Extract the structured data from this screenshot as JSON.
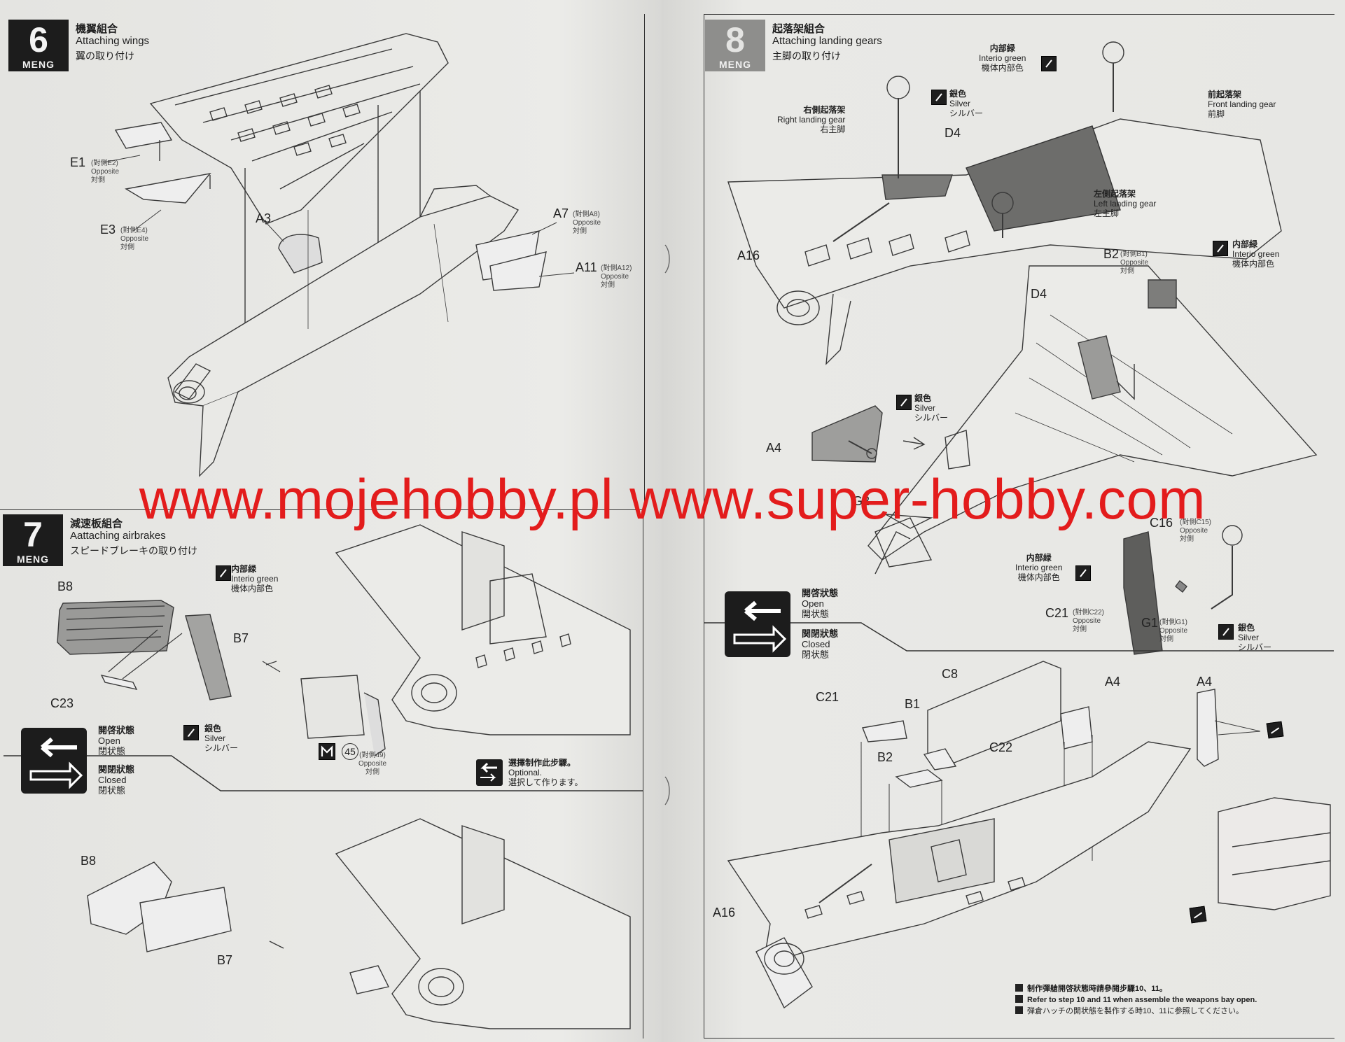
{
  "step6": {
    "number": "6",
    "brand": "MENG",
    "title_cn": "機翼組合",
    "title_en": "Attaching wings",
    "title_jp": "翼の取り付け",
    "parts": {
      "e1": "E1",
      "e1_opp": "(對側E2)",
      "e1_opp_en": "Opposite",
      "e1_opp_jp": "対側",
      "e3": "E3",
      "e3_opp": "(對側E4)",
      "e3_opp_en": "Opposite",
      "e3_opp_jp": "対側",
      "a3": "A3",
      "a7": "A7",
      "a7_opp": "(對側A8)",
      "a7_opp_en": "Opposite",
      "a7_opp_jp": "対側",
      "a11": "A11",
      "a11_opp": "(對側A12)",
      "a11_opp_en": "Opposite",
      "a11_opp_jp": "対側"
    }
  },
  "step7": {
    "number": "7",
    "brand": "MENG",
    "title_cn": "減速板組合",
    "title_en": "Aattaching airbrakes",
    "title_jp": "スピードブレーキの取り付け",
    "parts": {
      "b8": "B8",
      "b7": "B7",
      "c23": "C23",
      "b8_2": "B8",
      "b7_2": "B7"
    },
    "paint_interior": {
      "cn": "内部緑",
      "en": "Interio green",
      "jp": "機体内部色"
    },
    "paint_silver": {
      "cn": "銀色",
      "en": "Silver",
      "jp": "シルバー"
    },
    "state_open": {
      "cn": "開啓狀態",
      "en": "Open",
      "jp": "閉状態"
    },
    "state_closed": {
      "cn": "関閉狀態",
      "en": "Closed",
      "jp": "閉状態"
    },
    "decal": {
      "num": "45",
      "opp": "(對側49)",
      "opp_en": "Opposite",
      "opp_jp": "対側"
    },
    "optional": {
      "cn": "選擇制作此步驟。",
      "en": "Optional.",
      "jp": "選択して作ります。"
    }
  },
  "step8": {
    "number": "8",
    "brand": "MENG",
    "title_cn": "起落架組合",
    "title_en": "Attaching landing gears",
    "title_jp": "主脚の取り付け",
    "callouts": {
      "right_gear": {
        "cn": "右側起落架",
        "en": "Right landing gear",
        "jp": "右主脚"
      },
      "left_gear": {
        "cn": "左側起落架",
        "en": "Left landing gear",
        "jp": "左主脚"
      },
      "front_gear": {
        "cn": "前起落架",
        "en": "Front landing gear",
        "jp": "前脚"
      }
    },
    "paint_interior": {
      "cn": "内部緑",
      "en": "Interio green",
      "jp": "機体内部色"
    },
    "paint_silver": {
      "cn": "銀色",
      "en": "Silver",
      "jp": "シルバー"
    },
    "parts": {
      "d4": "D4",
      "d4_2": "D4",
      "a16": "A16",
      "b2": "B2",
      "b2_opp": "(對側B1)",
      "b2_opp_en": "Opposite",
      "b2_opp_jp": "対側",
      "a4": "A4",
      "g2": "G2",
      "c16": "C16",
      "c16_opp": "(對側C15)",
      "c16_opp_en": "Opposite",
      "c16_opp_jp": "対側",
      "c21": "C21",
      "c21_opp": "(對側C22)",
      "c21_opp_en": "Opposite",
      "c21_opp_jp": "対側",
      "g1": "G1",
      "g1_opp": "(對側G1)",
      "g1_opp_en": "Opposite",
      "g1_opp_jp": "対側"
    },
    "state_open": {
      "cn": "開啓狀態",
      "en": "Open",
      "jp": "開状態"
    },
    "state_closed": {
      "cn": "関閉狀態",
      "en": "Closed",
      "jp": "閉状態"
    },
    "lower_parts": {
      "c8": "C8",
      "c21": "C21",
      "b1": "B1",
      "b2": "B2",
      "c22": "C22",
      "a4": "A4",
      "a4_detail": "A4",
      "a16": "A16"
    },
    "note": {
      "cn": "制作彈艙開啓狀態時請參閱步驟10、11。",
      "en": "Refer to step 10 and 11 when assemble the weapons bay open.",
      "jp": "弾倉ハッチの開状態を製作する時10、11に参照してください。"
    }
  },
  "watermark": "www.mojehobby.pl www.super-hobby.com"
}
